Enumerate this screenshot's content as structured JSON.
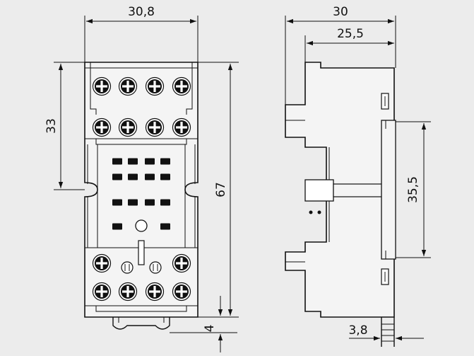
{
  "figure": {
    "type": "technical-drawing",
    "subject": "relay socket, front and side view"
  },
  "dimensions": {
    "front_width": "30,8",
    "front_half_height": "33",
    "front_total_height": "67",
    "front_foot": "4",
    "side_depth": "30",
    "side_depth_inner": "25,5",
    "side_rail_height": "35,5",
    "side_rail_foot": "3,8"
  }
}
